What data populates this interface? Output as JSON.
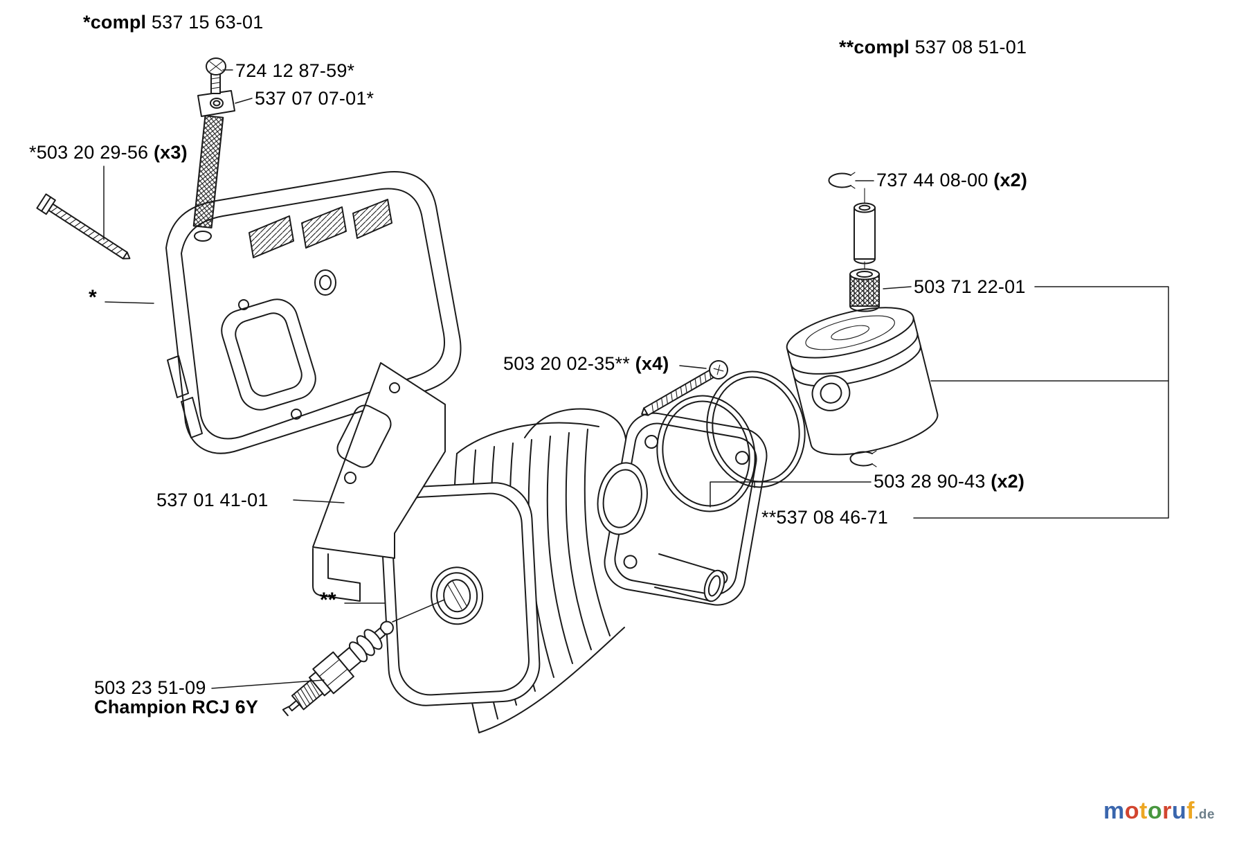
{
  "colors": {
    "line": "#1a1a1a",
    "text": "#000000"
  },
  "assembly_notes": {
    "compl_left": {
      "bold": "*compl",
      "rest": " 537 15 63-01"
    },
    "compl_right": {
      "bold": "**compl",
      "rest": " 537 08 51-01"
    }
  },
  "part_labels": {
    "screw_top": {
      "num": "724 12 87-59*"
    },
    "screen": {
      "num": "537 07 07-01*"
    },
    "muffler_bolt": {
      "num": "*503 20 29-56",
      "qty": "(x3)"
    },
    "pin_circlip": {
      "num": "737 44 08-00",
      "qty": "(x2)"
    },
    "needle_bearing": {
      "num": "503 71 22-01"
    },
    "cylinder_screw": {
      "num": "503 20 02-35**",
      "qty": "(x4)"
    },
    "gasket": {
      "num": "537 01 41-01"
    },
    "piston_rings": {
      "num": "503 28 90-43",
      "qty": "(x2)"
    },
    "piston": {
      "num": "**537 08 46-71"
    },
    "spark_plug_number": {
      "num": "503 23 51-09"
    },
    "spark_plug_name": "Champion RCJ 6Y",
    "muffler_ref_mark": "*",
    "cylinder_ref_mark": "**"
  },
  "watermark": {
    "letters": [
      {
        "ch": "m",
        "color": "#3a66ad"
      },
      {
        "ch": "o",
        "color": "#d2452f"
      },
      {
        "ch": "t",
        "color": "#eda723"
      },
      {
        "ch": "o",
        "color": "#48973f"
      },
      {
        "ch": "r",
        "color": "#d2452f"
      },
      {
        "ch": "u",
        "color": "#3a66ad"
      },
      {
        "ch": "f",
        "color": "#eda723"
      }
    ],
    "suffix": ".de",
    "suffix_color": "#6d7f8a"
  }
}
